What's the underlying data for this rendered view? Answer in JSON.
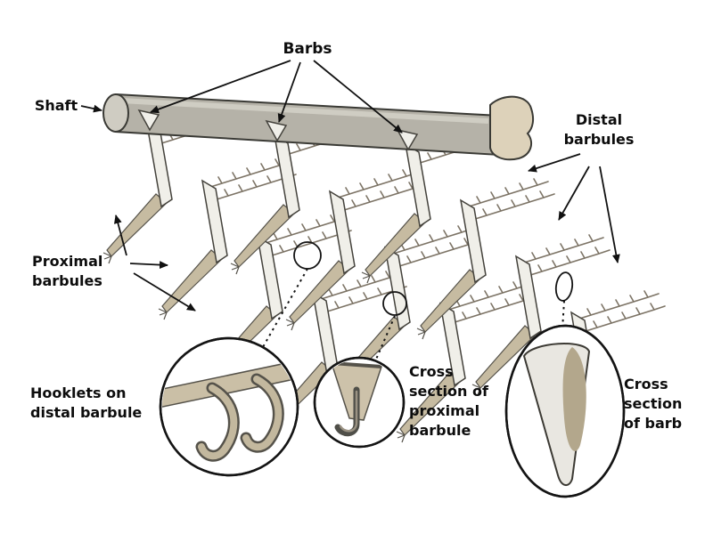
{
  "labels": {
    "barbs": "Barbs",
    "shaft": "Shaft",
    "distal_barbules": [
      "Distal",
      "barbules"
    ],
    "proximal_barbules": [
      "Proximal",
      "barbules"
    ],
    "hooklets": [
      "Hooklets on",
      "distal barbule"
    ],
    "cross_section_proximal": [
      "Cross",
      "section of",
      "proximal",
      "barbule"
    ],
    "cross_section_barb": [
      "Cross",
      "section",
      "of barb"
    ]
  },
  "colors": {
    "background": "#ffffff",
    "shaft_gray": "#b5b2a8",
    "shaft_cap": "#cfccc2",
    "cut_end_beige": "#ddd2ba",
    "barb_white": "#f0efe9",
    "barbule_tan": "#c6bba1",
    "hooklet_tan": "#c3b89e",
    "stalk_brown": "#7d7466",
    "outline_dark": "#3a3a35",
    "text": "#0d0d0d"
  }
}
